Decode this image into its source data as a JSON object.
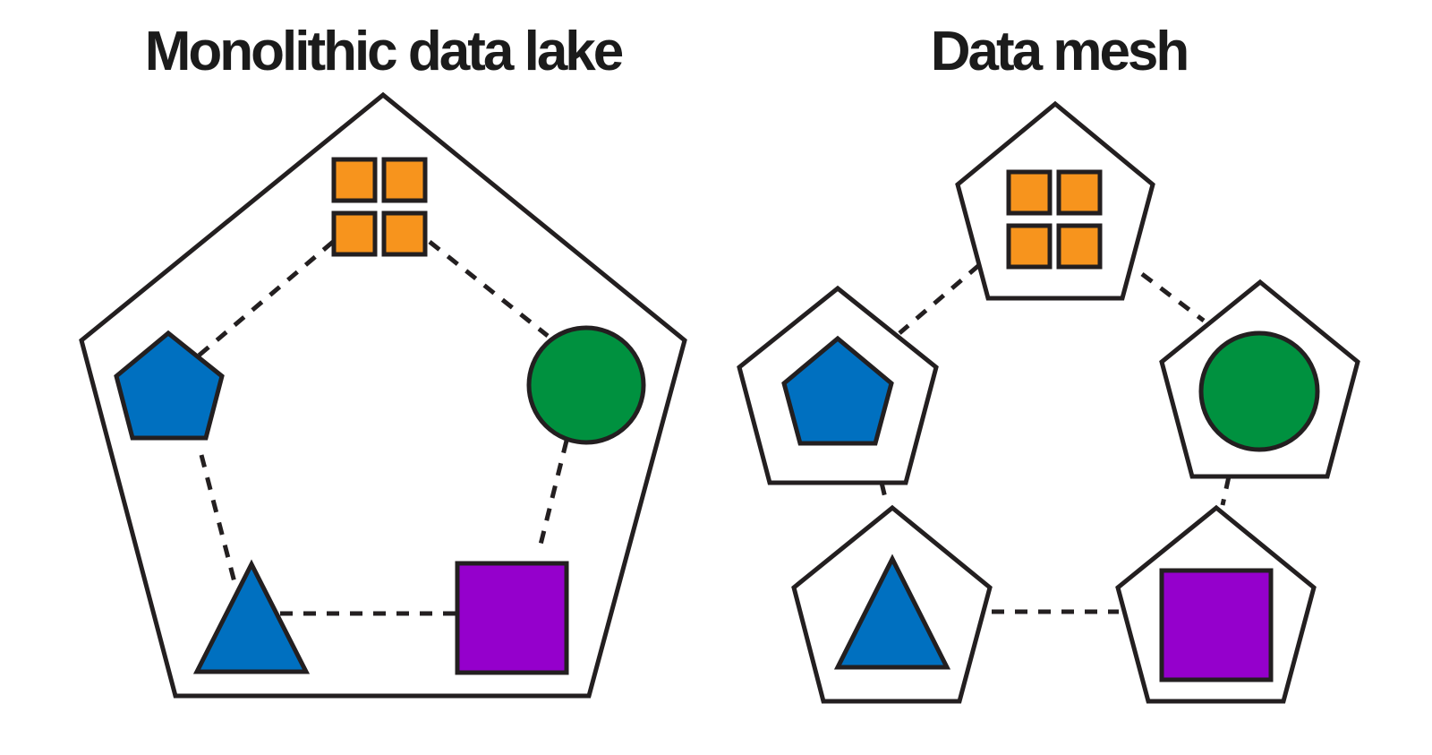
{
  "titles": {
    "left": "Monolithic data lake",
    "right": "Data mesh"
  },
  "colors": {
    "outline": "#231f20",
    "orange": "#f7941d",
    "blue": "#0070c0",
    "green": "#00913f",
    "purple": "#9500cc",
    "background": "#ffffff"
  },
  "domains": [
    {
      "name": "grid-domain",
      "shape": "four-squares",
      "color": "orange"
    },
    {
      "name": "pentagon-domain",
      "shape": "pentagon",
      "color": "blue"
    },
    {
      "name": "circle-domain",
      "shape": "circle",
      "color": "green"
    },
    {
      "name": "triangle-domain",
      "shape": "triangle",
      "color": "blue"
    },
    {
      "name": "square-domain",
      "shape": "square",
      "color": "purple"
    }
  ]
}
